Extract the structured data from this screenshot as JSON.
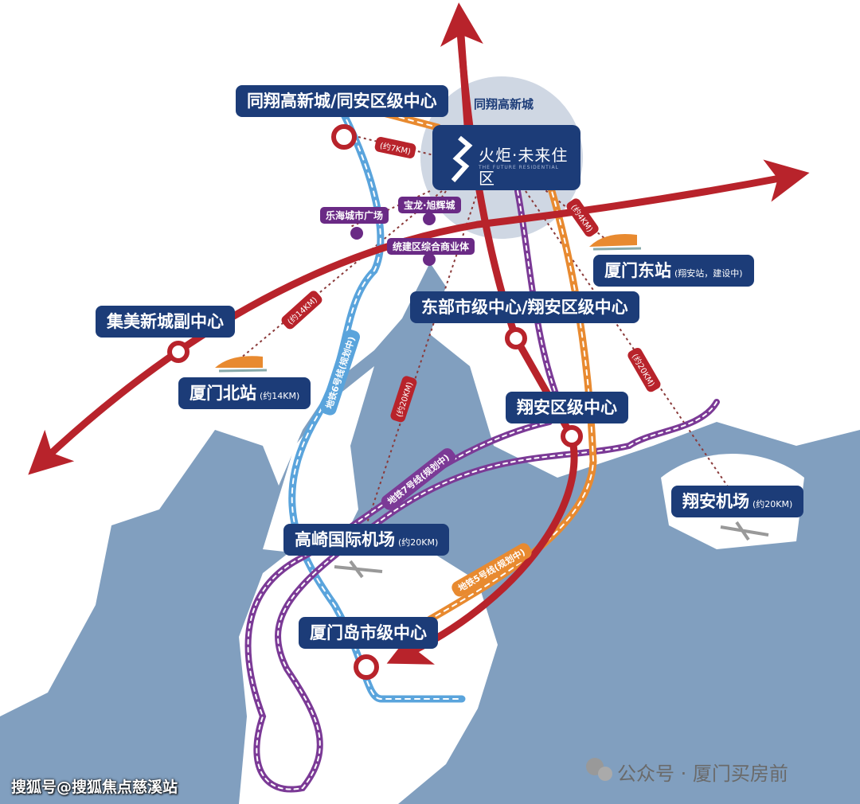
{
  "project": {
    "name": "火炬·未来住区",
    "subtitle": "THE FUTURE RESIDENTIAL",
    "area_label": "同翔高新城"
  },
  "labels": {
    "tongxiang": "同翔高新城/同安区级中心",
    "jimei": "集美新城副中心",
    "north_station": "厦门北站",
    "north_station_note": "(约14KM)",
    "east_station": "厦门东站",
    "east_station_note": "(翔安站，建设中)",
    "east_center": "东部市级中心/翔安区级中心",
    "xiangan_center": "翔安区级中心",
    "xiangan_airport": "翔安机场",
    "xiangan_airport_note": "(约20KM)",
    "gaoqi_airport": "高崎国际机场",
    "gaoqi_airport_note": "(约20KM)",
    "island_center": "厦门岛市级中心"
  },
  "pois": [
    "乐海城市广场",
    "宝龙·旭辉城",
    "统建区综合商业体"
  ],
  "distances": {
    "d7": "(约7KM)",
    "d4": "(约4KM)",
    "d14": "(约14KM)",
    "d20a": "(约20KM)",
    "d20b": "(约20KM)"
  },
  "metro": {
    "line6": "地铁6号线(规划中)",
    "line7": "地铁7号线(规划中)",
    "line5": "地铁5号线(规划中)"
  },
  "watermarks": {
    "sohu": "搜狐号@搜狐焦点慈溪站",
    "wechat": "公众号 · 厦门买房前"
  },
  "colors": {
    "navy": "#1c3c78",
    "road": "#b8232b",
    "water": "#819fbf",
    "line6": "#5aa4dc",
    "line7": "#7b3a96",
    "line5": "#e88a30"
  }
}
